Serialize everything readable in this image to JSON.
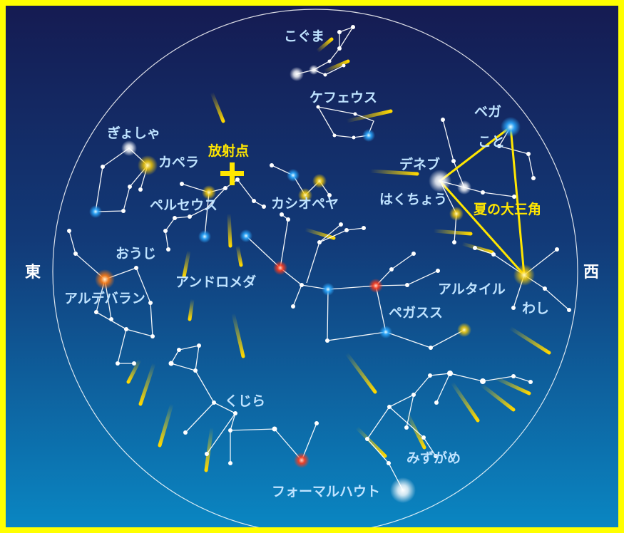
{
  "directions": {
    "east": "東",
    "west": "西"
  },
  "radiant": {
    "label": "放射点"
  },
  "asterism": {
    "label": "夏の大三角"
  },
  "labels": {
    "kogumaza": "こぐま",
    "kefeusu": "ケフェウス",
    "beta": "ベガ",
    "koto": "こと",
    "gyosha": "ぎょしゃ",
    "kapera": "カペラ",
    "deneb": "デネブ",
    "hakucho": "はくちょう",
    "kashiopeia": "カシオペヤ",
    "peruseusu": "ペルセウス",
    "ouji": "おうじ",
    "andromeda": "アンドロメダ",
    "aldebaran": "アルデバラン",
    "altair": "アルタイル",
    "washi": "わし",
    "pegasus": "ペガスス",
    "kujira": "くじら",
    "mizugame": "みずがめ",
    "fomalhaut": "フォーマルハウト"
  },
  "colors": {
    "frame": "#ffff00",
    "sky_top": "#151b52",
    "sky_bottom": "#0a86c2",
    "meteor": "#ffd800",
    "label": "#bfe3ff",
    "highlight": "#ffe600"
  }
}
